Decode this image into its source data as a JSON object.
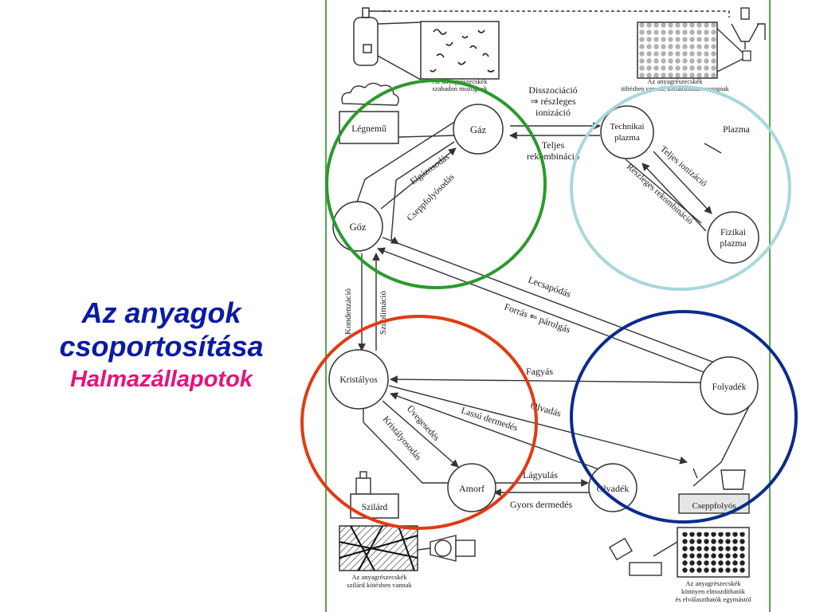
{
  "slide": {
    "title_line1": "Az anyagok",
    "title_line2": "csoportosítása",
    "subtitle": "Halmazállapotok"
  },
  "colors": {
    "title": "#0a1aa8",
    "subtitle": "#e8117a",
    "gas_circle": "#2b9a2b",
    "plasma_circle": "#a7d8dd",
    "solid_circle": "#e23a13",
    "liquid_circle": "#0a2c8c",
    "frame": "#58a64a"
  },
  "nodes": {
    "gaz": "Gáz",
    "goz": "Gőz",
    "technikai_1": "Technikai",
    "technikai_2": "plazma",
    "fizikai_1": "Fizikai",
    "fizikai_2": "plazma",
    "kristalyos": "Kristályos",
    "folyadek": "Folyadék",
    "amorf": "Amorf",
    "olvadek": "Olvadék"
  },
  "side_labels": {
    "legnemu": "Légnemű",
    "plazma": "Plazma",
    "szilard": "Szilárd",
    "cseppfolyos": "Cseppfolyós"
  },
  "transitions": {
    "disszociacio_1": "Disszociáció",
    "disszociacio_2": "⇒ részleges",
    "disszociacio_3": "ionizáció",
    "teljes_1": "Teljes",
    "teljes_2": "rekombináció",
    "elgazosodas": "Elgázosodás",
    "cseppfolyosodas": "Cseppfolyósodás",
    "teljes_ionizacio": "Teljes ionizáció",
    "reszleges_rekombinacio": "Részleges rekombináció",
    "kondenzacio": "Kondenzáció",
    "szublimacio": "Szublimáció",
    "lecsapodas": "Lecsapódás",
    "forras": "Forrás ⇐ párolgás",
    "fagyas": "Fagyás",
    "olvadas": "Olvadás",
    "lassu_dermedes": "Lassú dermedés",
    "uvegesedes": "Üvegesedés",
    "kristalyosodas": "Kristályosodás",
    "lagyulas": "Lágyulás",
    "gyors_dermedes": "Gyors dermedés"
  },
  "captions": {
    "gas_1": "Az anyagrészecskék",
    "gas_2": "szabadon mozognak",
    "plasma_1": "Az anyagrészecskék",
    "plasma_2": "töltésben vannak, korlátozottan mozognak",
    "solid_1": "Az anyagrészecskék",
    "solid_2": "szilárd kötésben vannak",
    "liquid_1": "Az anyagrészecskék",
    "liquid_2": "könnyen elmozdíthatók",
    "liquid_3": "és elválaszthatók egymástól"
  }
}
